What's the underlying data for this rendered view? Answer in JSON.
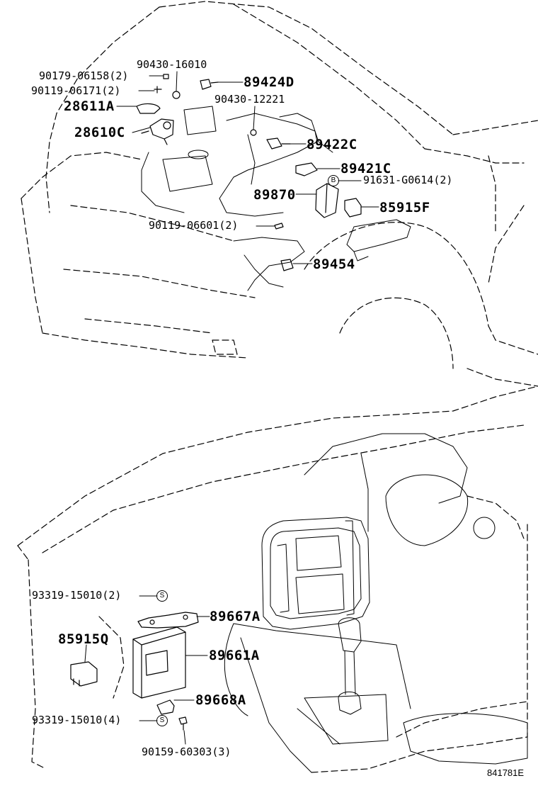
{
  "diagram": {
    "reference_code": "841781E",
    "parts": [
      {
        "id": "p01",
        "number": "90430-16010",
        "qty": ""
      },
      {
        "id": "p02",
        "number": "90179-06158",
        "qty": "(2)"
      },
      {
        "id": "p03",
        "number": "90119-06171",
        "qty": "(2)"
      },
      {
        "id": "p04",
        "number": "89424D",
        "qty": ""
      },
      {
        "id": "p05",
        "number": "28611A",
        "qty": ""
      },
      {
        "id": "p06",
        "number": "90430-12221",
        "qty": ""
      },
      {
        "id": "p07",
        "number": "28610C",
        "qty": ""
      },
      {
        "id": "p08",
        "number": "89422C",
        "qty": ""
      },
      {
        "id": "p09",
        "number": "89421C",
        "qty": ""
      },
      {
        "id": "p10",
        "number": "91631-G0614",
        "qty": "(2)",
        "marker": "B"
      },
      {
        "id": "p11",
        "number": "89870",
        "qty": ""
      },
      {
        "id": "p12",
        "number": "85915F",
        "qty": ""
      },
      {
        "id": "p13",
        "number": "90119-06601",
        "qty": "(2)"
      },
      {
        "id": "p14",
        "number": "89454",
        "qty": ""
      },
      {
        "id": "p15",
        "number": "93319-15010",
        "qty": "(2)",
        "marker": "S"
      },
      {
        "id": "p16",
        "number": "89667A",
        "qty": ""
      },
      {
        "id": "p17",
        "number": "85915Q",
        "qty": ""
      },
      {
        "id": "p18",
        "number": "89661A",
        "qty": ""
      },
      {
        "id": "p19",
        "number": "89668A",
        "qty": ""
      },
      {
        "id": "p20",
        "number": "93319-15010",
        "qty": "(4)",
        "marker": "S"
      },
      {
        "id": "p21",
        "number": "90159-60303",
        "qty": "(3)"
      }
    ]
  }
}
